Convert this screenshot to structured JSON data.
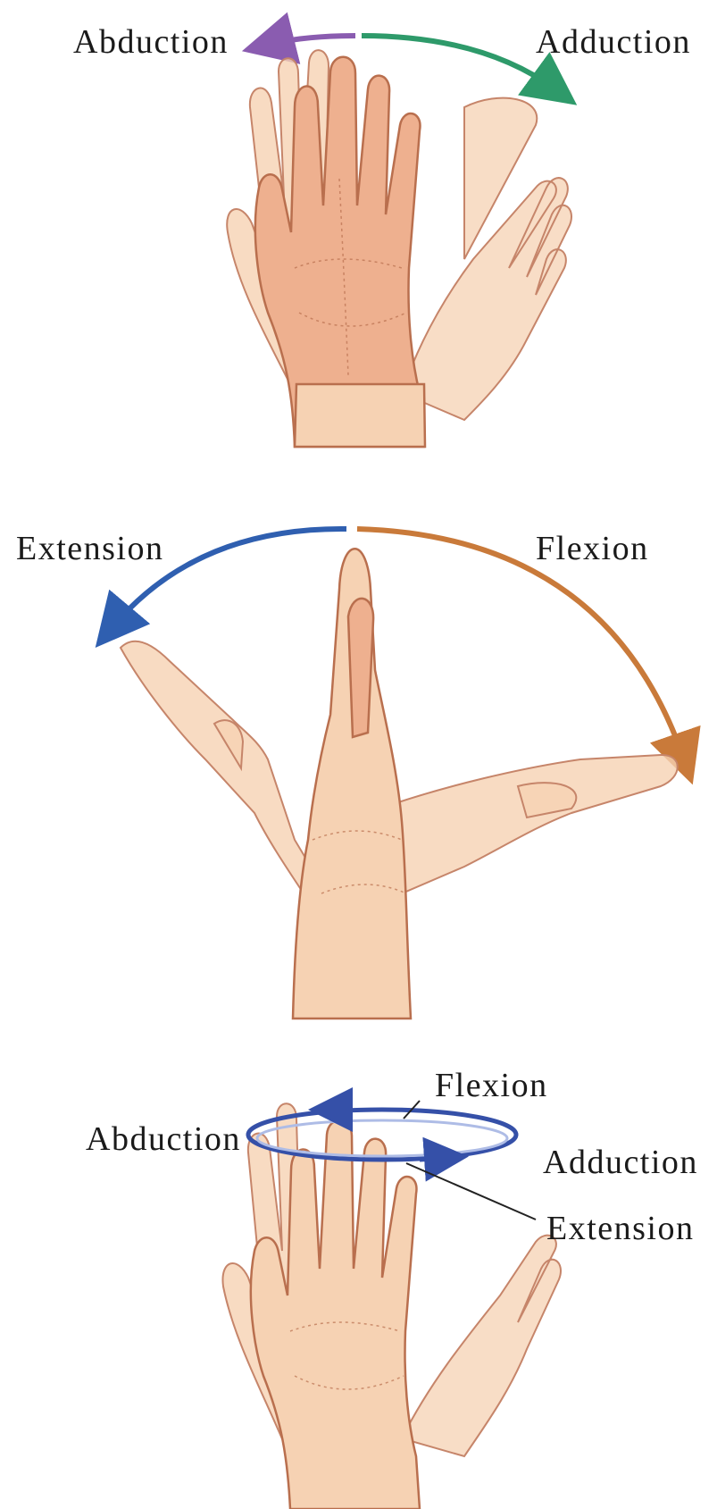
{
  "panels": [
    {
      "labels": {
        "left": "Abduction",
        "right": "Adduction"
      },
      "arrow_colors": {
        "left": "#8a5cb0",
        "right": "#2e9a6a"
      }
    },
    {
      "labels": {
        "left": "Extension",
        "right": "Flexion"
      },
      "arrow_colors": {
        "left": "#2f5fb0",
        "right": "#c97a3a"
      }
    },
    {
      "labels": {
        "left": "Abduction",
        "top": "Flexion",
        "right": "Adduction",
        "bottom_right": "Extension"
      },
      "arrow_colors": {
        "circle": "#3550a8"
      }
    }
  ],
  "skin_colors": {
    "fill": "#f6d2b3",
    "fill_dark": "#eeb08f",
    "outline": "#b96f4e"
  }
}
